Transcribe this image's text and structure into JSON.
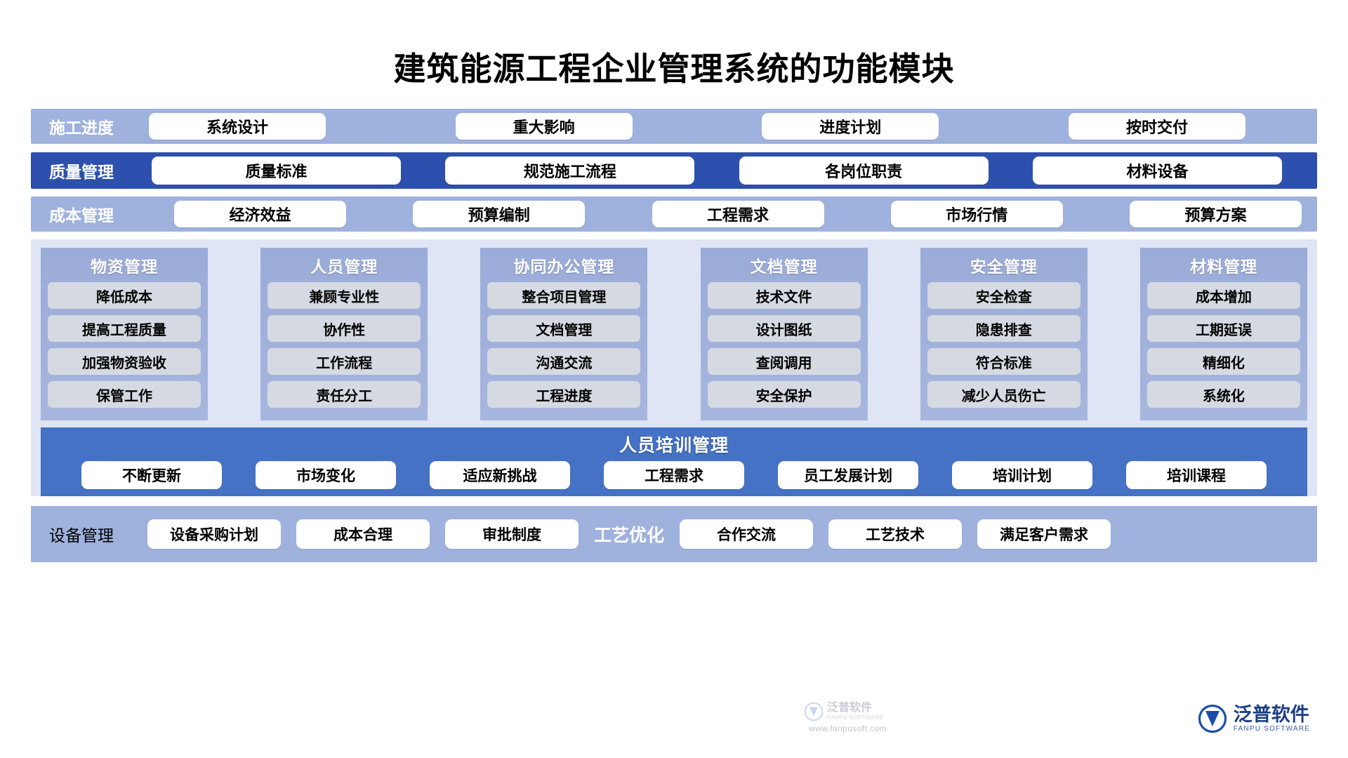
{
  "page": {
    "title": "建筑能源工程企业管理系统的功能模块",
    "colors": {
      "light_band": "#9fb1dd",
      "dark_band": "#2d50ae",
      "training_band": "#4572c4",
      "panel_bg": "#dfe5f4",
      "card_bg": "#9aabd8",
      "chip_bg": "#d5dae2",
      "pill_bg": "#ffffff",
      "text": "#000000"
    }
  },
  "rows": {
    "progress": {
      "label": "施工进度",
      "items": [
        "系统设计",
        "重大影响",
        "进度计划",
        "按时交付"
      ]
    },
    "quality": {
      "label": "质量管理",
      "items": [
        "质量标准",
        "规范施工流程",
        "各岗位职责",
        "材料设备"
      ]
    },
    "cost": {
      "label": "成本管理",
      "items": [
        "经济效益",
        "预算编制",
        "工程需求",
        "市场行情",
        "预算方案"
      ]
    }
  },
  "cards": [
    {
      "title": "物资管理",
      "items": [
        "降低成本",
        "提高工程质量",
        "加强物资验收",
        "保管工作"
      ]
    },
    {
      "title": "人员管理",
      "items": [
        "兼顾专业性",
        "协作性",
        "工作流程",
        "责任分工"
      ]
    },
    {
      "title": "协同办公管理",
      "items": [
        "整合项目管理",
        "文档管理",
        "沟通交流",
        "工程进度"
      ]
    },
    {
      "title": "文档管理",
      "items": [
        "技术文件",
        "设计图纸",
        "查阅调用",
        "安全保护"
      ]
    },
    {
      "title": "安全管理",
      "items": [
        "安全检查",
        "隐患排查",
        "符合标准",
        "减少人员伤亡"
      ]
    },
    {
      "title": "材料管理",
      "items": [
        "成本增加",
        "工期延误",
        "精细化",
        "系统化"
      ]
    }
  ],
  "training": {
    "title": "人员培训管理",
    "items": [
      "不断更新",
      "市场变化",
      "适应新挑战",
      "工程需求",
      "员工发展计划",
      "培训计划",
      "培训课程"
    ]
  },
  "equipment": {
    "label": "设备管理",
    "left_items": [
      "设备采购计划",
      "成本合理",
      "审批制度"
    ],
    "mid_label": "工艺优化",
    "right_items": [
      "合作交流",
      "工艺技术",
      "满足客户需求"
    ]
  },
  "watermark": {
    "brand": "泛普软件",
    "brand_sub": "FANPU SOFTWARE",
    "url": "www.fanpusoft.com"
  }
}
